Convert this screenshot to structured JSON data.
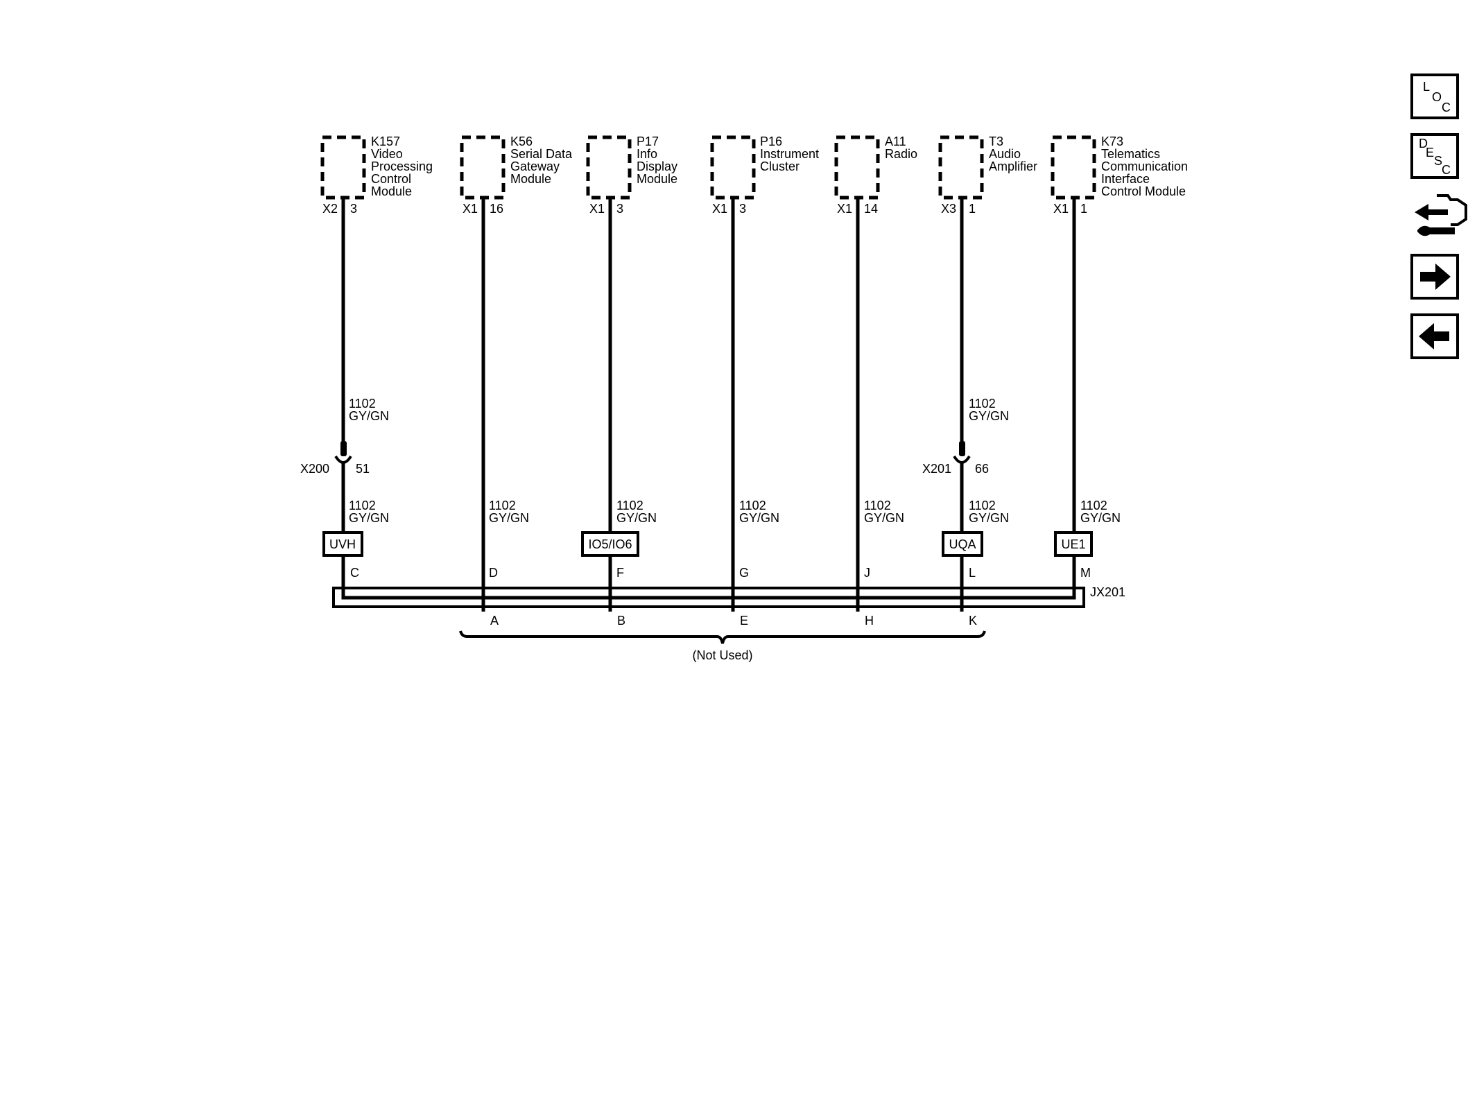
{
  "modules": [
    {
      "ref": "K157",
      "name": [
        "Video",
        "Processing",
        "Control",
        "Module"
      ],
      "connector": "X2",
      "pin": "3"
    },
    {
      "ref": "K56",
      "name": [
        "Serial Data",
        "Gateway",
        "Module"
      ],
      "connector": "X1",
      "pin": "16"
    },
    {
      "ref": "P17",
      "name": [
        "Info",
        "Display",
        "Module"
      ],
      "connector": "X1",
      "pin": "3"
    },
    {
      "ref": "P16",
      "name": [
        "Instrument",
        "Cluster"
      ],
      "connector": "X1",
      "pin": "3"
    },
    {
      "ref": "A11",
      "name": [
        "Radio"
      ],
      "connector": "X1",
      "pin": "14"
    },
    {
      "ref": "T3",
      "name": [
        "Audio",
        "Amplifier"
      ],
      "connector": "X3",
      "pin": "1"
    },
    {
      "ref": "K73",
      "name": [
        "Telematics",
        "Communication",
        "Interface",
        "Control Module"
      ],
      "connector": "X1",
      "pin": "1"
    }
  ],
  "wire": {
    "circuit": "1102",
    "color": "GY/GN"
  },
  "inline_connectors": [
    {
      "name": "X200",
      "pin": "51"
    },
    {
      "name": "X201",
      "pin": "66"
    }
  ],
  "option_boxes": [
    "UVH",
    "IO5/IO6",
    "UQA",
    "UE1"
  ],
  "splice_pins_top": [
    "C",
    "D",
    "F",
    "G",
    "J",
    "L",
    "M"
  ],
  "splice_pins_bottom": [
    "A",
    "B",
    "E",
    "H",
    "K"
  ],
  "splice": {
    "name": "JX201",
    "not_used_label": "(Not Used)"
  },
  "toolbar": {
    "loc_letters": [
      "L",
      "O",
      "C"
    ],
    "desc_letters": [
      "D",
      "E",
      "S",
      "C"
    ]
  }
}
